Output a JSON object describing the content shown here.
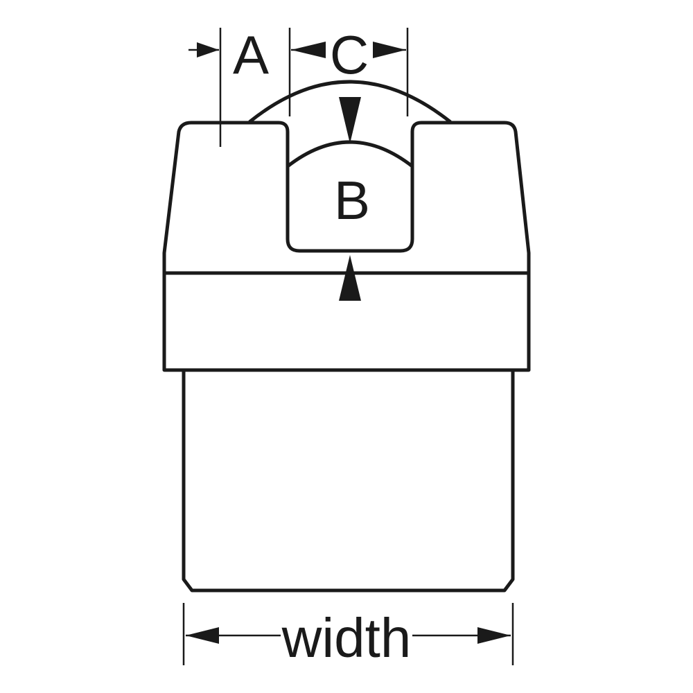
{
  "diagram": {
    "labels": {
      "a": "A",
      "b": "B",
      "c": "C",
      "width": "width"
    },
    "colors": {
      "line": "#1a1a1a",
      "background": "#ffffff"
    }
  }
}
